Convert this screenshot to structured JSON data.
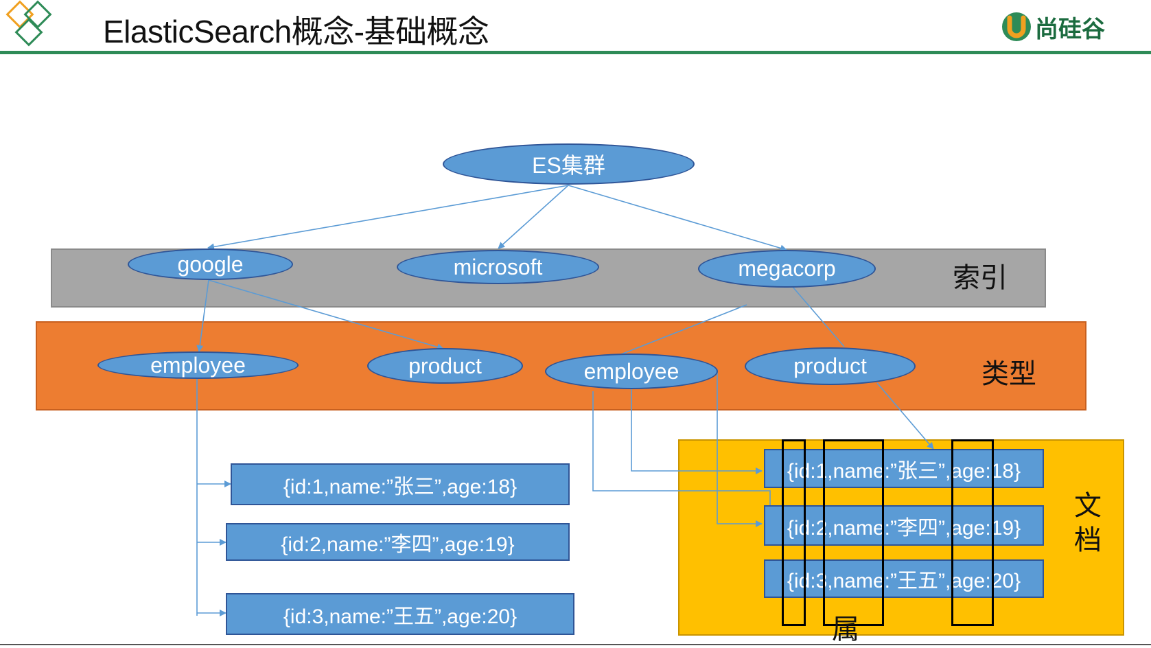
{
  "header": {
    "title": "ElasticSearch概念-基础概念",
    "brand": "尚硅谷",
    "brand_colors": {
      "green": "#2e8b57",
      "orange": "#f0a020"
    }
  },
  "diagram": {
    "cluster": "ES集群",
    "indices": [
      "google",
      "microsoft",
      "megacorp"
    ],
    "types": [
      "employee",
      "product",
      "employee",
      "product"
    ],
    "documents_left": [
      "{id:1,name:”张三”,age:18}",
      "{id:2,name:”李四”,age:19}",
      "{id:3,name:”王五”,age:20}"
    ],
    "documents_right": [
      "{id:1,name:”张三”,age:18}",
      "{id:2,name:”李四”,age:19}",
      "{id:3,name:”王五”,age:20}"
    ],
    "labels": {
      "index": "索引",
      "type": "类型",
      "document": "文档",
      "field": "属"
    },
    "colors": {
      "index_band": "#a6a6a6",
      "type_band": "#ed7d31",
      "document_band": "#ffc000",
      "node_fill": "#5b9bd5",
      "node_border": "#2f5597"
    }
  }
}
